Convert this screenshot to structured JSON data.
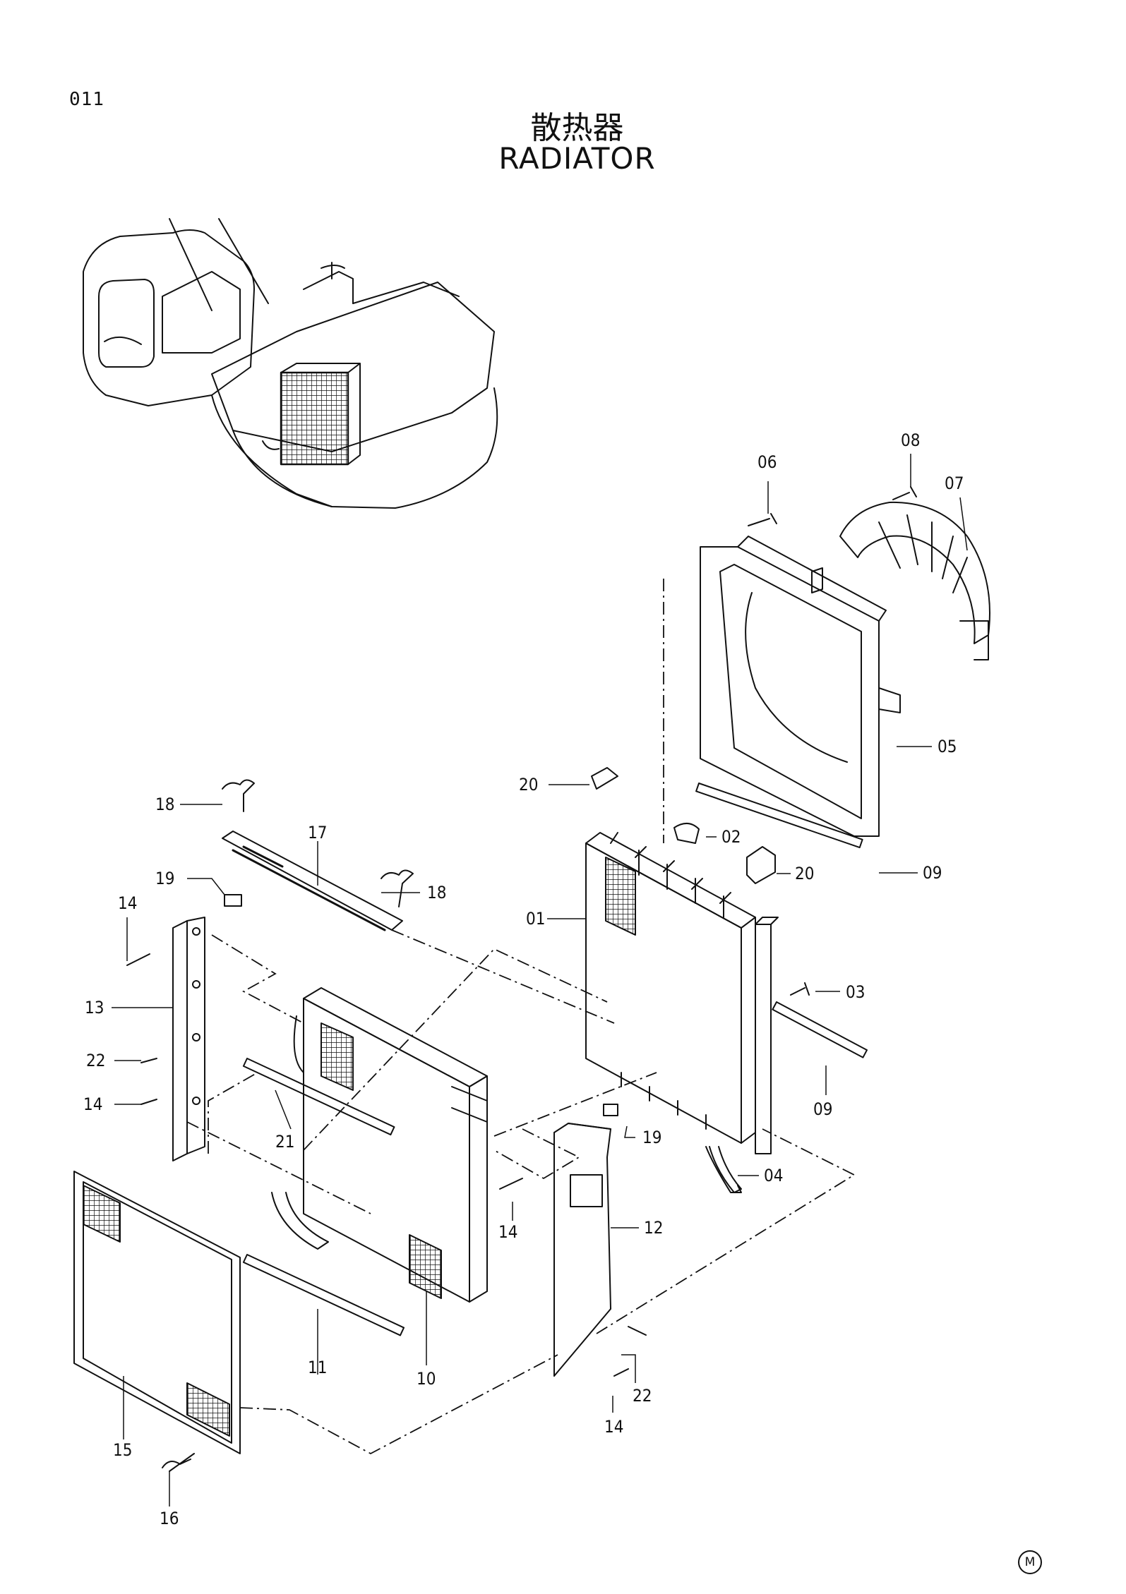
{
  "page": {
    "number": "011",
    "title_cn": "散热器",
    "title_en": "RADIATOR",
    "maker_mark": "M"
  },
  "callouts": [
    {
      "id": "c01",
      "label": "01"
    },
    {
      "id": "c02",
      "label": "02"
    },
    {
      "id": "c03",
      "label": "03"
    },
    {
      "id": "c04",
      "label": "04"
    },
    {
      "id": "c05",
      "label": "05"
    },
    {
      "id": "c06",
      "label": "06"
    },
    {
      "id": "c07",
      "label": "07"
    },
    {
      "id": "c08",
      "label": "08"
    },
    {
      "id": "c09a",
      "label": "09"
    },
    {
      "id": "c09b",
      "label": "09"
    },
    {
      "id": "c10",
      "label": "10"
    },
    {
      "id": "c11",
      "label": "11"
    },
    {
      "id": "c12",
      "label": "12"
    },
    {
      "id": "c13",
      "label": "13"
    },
    {
      "id": "c14a",
      "label": "14"
    },
    {
      "id": "c14b",
      "label": "14"
    },
    {
      "id": "c14c",
      "label": "14"
    },
    {
      "id": "c14d",
      "label": "14"
    },
    {
      "id": "c15",
      "label": "15"
    },
    {
      "id": "c16",
      "label": "16"
    },
    {
      "id": "c17",
      "label": "17"
    },
    {
      "id": "c18a",
      "label": "18"
    },
    {
      "id": "c18b",
      "label": "18"
    },
    {
      "id": "c19a",
      "label": "19"
    },
    {
      "id": "c19b",
      "label": "19"
    },
    {
      "id": "c20a",
      "label": "20"
    },
    {
      "id": "c20b",
      "label": "20"
    },
    {
      "id": "c21",
      "label": "21"
    },
    {
      "id": "c22a",
      "label": "22"
    },
    {
      "id": "c22b",
      "label": "22"
    }
  ]
}
